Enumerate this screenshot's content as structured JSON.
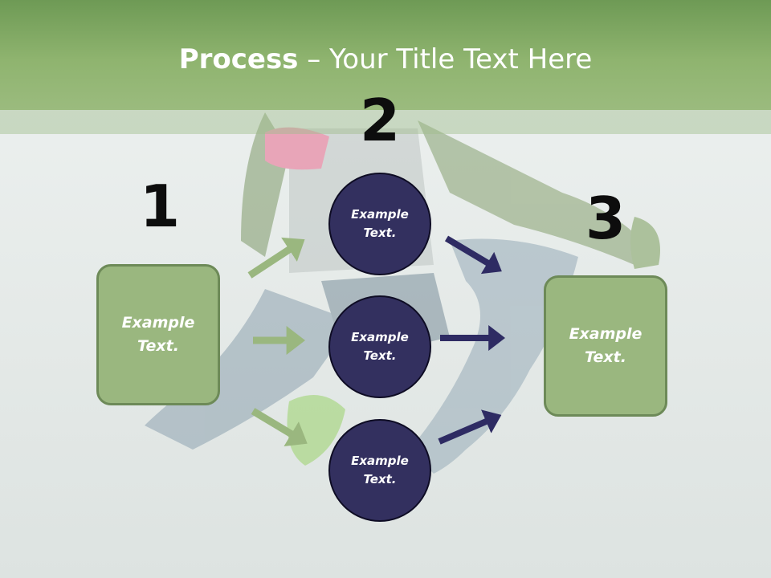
{
  "title": {
    "bold": "Process",
    "rest": " – Your Title Text Here"
  },
  "steps": [
    {
      "number": "1",
      "label": "Example Text."
    },
    {
      "number": "2",
      "labels": [
        "Example Text.",
        "Example Text.",
        "Example Text."
      ]
    },
    {
      "number": "3",
      "label": "Example Text."
    }
  ],
  "colors": {
    "title_band": "#8fb46f",
    "box_fill": "#9ab77f",
    "box_border": "#6d8a58",
    "circle_fill": "#33305f",
    "arrow_green": "#9ab77f",
    "arrow_navy": "#2e2b63"
  }
}
